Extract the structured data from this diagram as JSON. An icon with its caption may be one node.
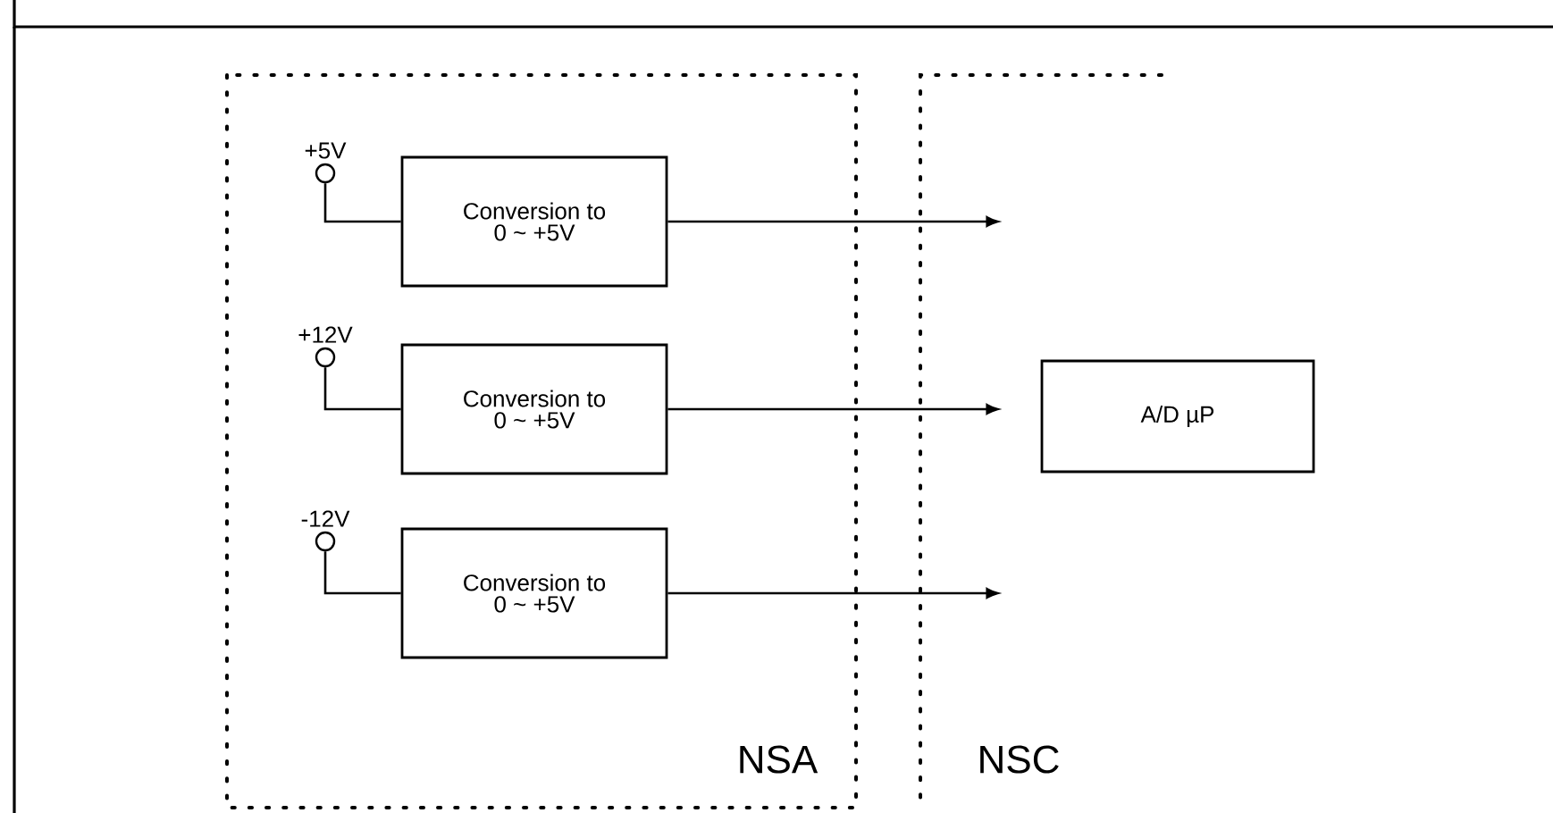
{
  "diagram": {
    "nodes": [
      {
        "text": [
          "NSA"
        ]
      },
      {
        "text": [
          "NSC"
        ]
      },
      {
        "text": [
          "+5V"
        ],
        "in": 0
      },
      {
        "text": [
          "Conversion to 0 ~ +5V"
        ],
        "in": 0
      },
      {
        "text": [
          "+12V"
        ],
        "in": 0
      },
      {
        "text": [
          "Conversion to 0 ~ +5V"
        ],
        "in": 0
      },
      {
        "text": [
          "-12V"
        ],
        "in": 0
      },
      {
        "text": [
          "Conversion to 0 ~ +5V"
        ],
        "in": 0
      },
      {
        "text": [
          "A/D µP"
        ]
      }
    ],
    "edges": [
      {
        "from": 2,
        "to": 3,
        "arrow": "none"
      },
      {
        "from": 3,
        "to": null,
        "arrow": "to"
      },
      {
        "from": 4,
        "to": 5,
        "arrow": "none"
      },
      {
        "from": 5,
        "to": null,
        "arrow": "to"
      },
      {
        "from": 6,
        "to": 7,
        "arrow": "none"
      },
      {
        "from": 7,
        "to": null,
        "arrow": "to"
      }
    ]
  }
}
